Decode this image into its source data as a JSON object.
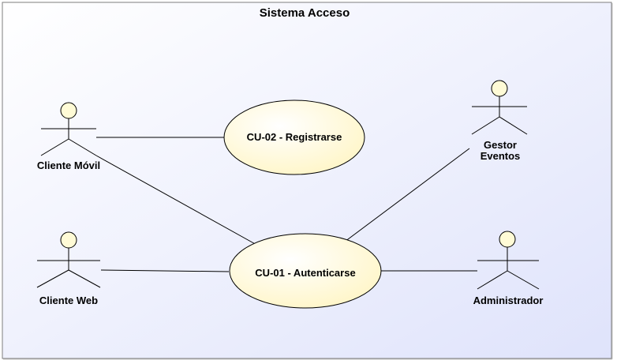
{
  "system": {
    "title": "Sistema Acceso"
  },
  "actors": {
    "cliente_movil": {
      "label": "Cliente Móvil"
    },
    "cliente_web": {
      "label": "Cliente Web"
    },
    "gestor_eventos": {
      "label_line1": "Gestor",
      "label_line2": "Eventos"
    },
    "administrador": {
      "label": "Administrador"
    }
  },
  "use_cases": {
    "registrarse": {
      "label": "CU-02 - Registrarse"
    },
    "autenticarse": {
      "label": "CU-01 - Autenticarse"
    }
  },
  "colors": {
    "boundary_fill_start": "#ffffff",
    "boundary_fill_end": "#dfe3fb",
    "use_case_fill": "#fffbd6",
    "actor_head_fill": "#fffbd6"
  }
}
